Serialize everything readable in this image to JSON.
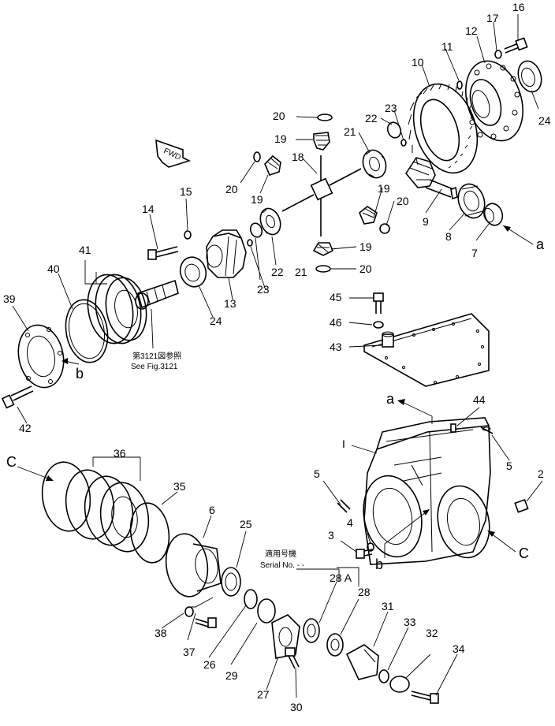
{
  "callouts": {
    "p1": "I",
    "p2": "2",
    "p3": "3",
    "p4": "4",
    "p5a": "5",
    "p5b": "5",
    "p6": "6",
    "p7": "7",
    "p8": "8",
    "p9": "9",
    "p10": "10",
    "p11": "11",
    "p12": "12",
    "p13": "13",
    "p14": "14",
    "p15": "15",
    "p16": "16",
    "p17": "17",
    "p18": "18",
    "p19a": "19",
    "p19b": "19",
    "p19c": "19",
    "p19d": "19",
    "p20a": "20",
    "p20b": "20",
    "p20c": "20",
    "p20d": "20",
    "p21a": "21",
    "p21b": "21",
    "p22a": "22",
    "p22b": "22",
    "p23a": "23",
    "p23b": "23",
    "p24a": "24",
    "p24b": "24",
    "p25": "25",
    "p26": "26",
    "p27": "27",
    "p28": "28",
    "p28a": "28 A",
    "p29": "29",
    "p30": "30",
    "p31": "31",
    "p32": "32",
    "p33": "33",
    "p34": "34",
    "p35": "35",
    "p36": "36",
    "p37": "37",
    "p38": "38",
    "p39": "39",
    "p40": "40",
    "p41": "41",
    "p42": "42",
    "p43": "43",
    "p44": "44",
    "p45": "45",
    "p46": "46"
  },
  "refs": {
    "a_top": "a",
    "a_mid": "a",
    "b_left": "b",
    "b_right": "b",
    "c_left": "C",
    "c_right": "C"
  },
  "notes": {
    "fwd": "FWD",
    "see_fig_jp": "第3121図参照",
    "see_fig_en": "See Fig.3121",
    "serial_jp": "適用号機",
    "serial_en": "Serial No. - -"
  }
}
